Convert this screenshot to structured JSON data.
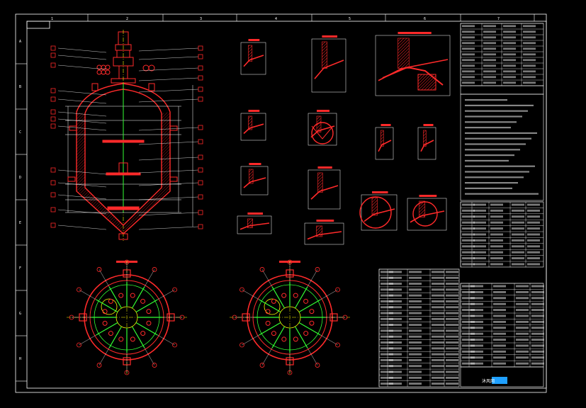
{
  "drawing": {
    "type": "CAD engineering drawing",
    "subject": "jacketed reactor vessel assembly",
    "background": "#000000",
    "colors": {
      "frame": "#ffffff",
      "outline": "#ff2a2a",
      "centerline": "#ffff00",
      "hatch": "#ff2a2a",
      "highlight": "#33ff33",
      "dimension": "#cccccc"
    },
    "zones_top": [
      "1",
      "2",
      "3",
      "4",
      "5",
      "6",
      "7"
    ],
    "zones_side": [
      "A",
      "B",
      "C",
      "D",
      "E",
      "F",
      "G",
      "H"
    ],
    "brand_mark": "沐风网"
  }
}
